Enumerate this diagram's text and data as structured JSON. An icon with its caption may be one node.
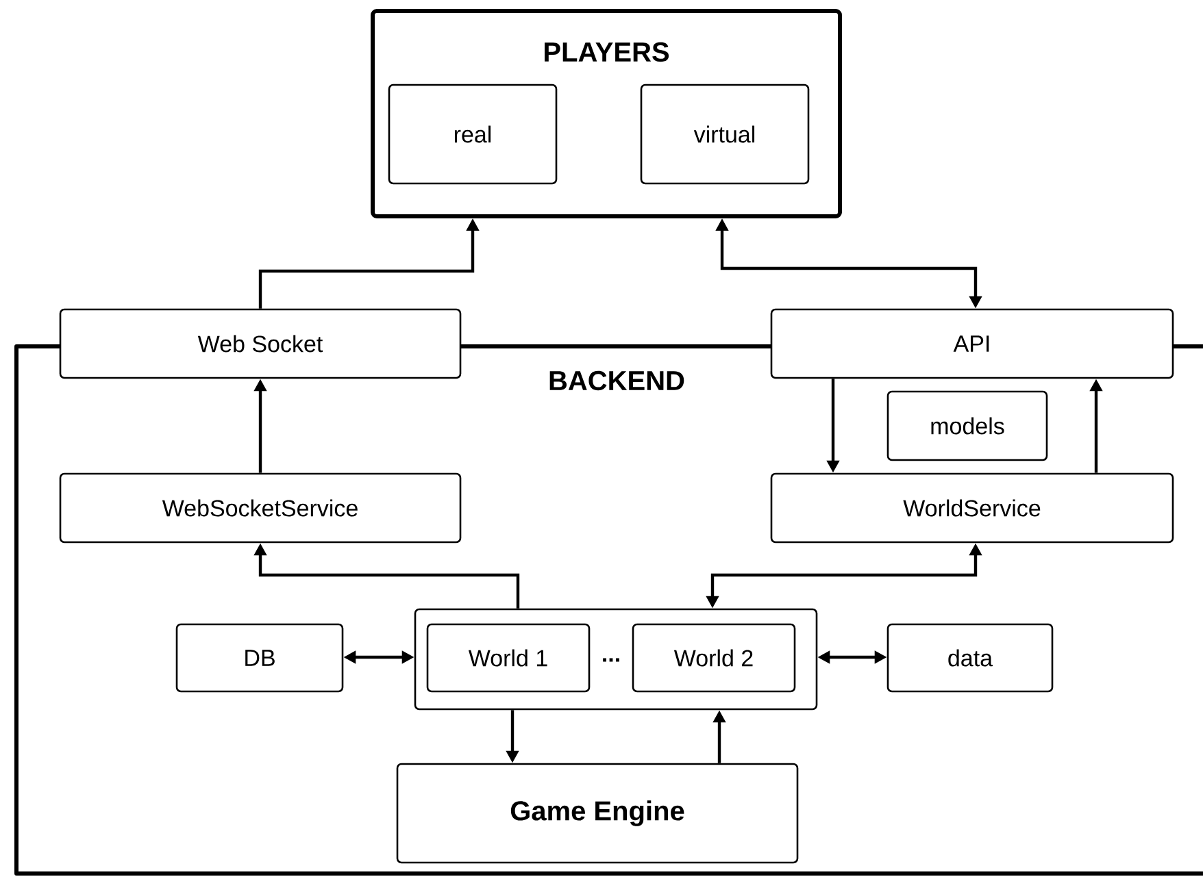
{
  "diagram": {
    "nodes": [
      {
        "text": [
          "PLAYERS"
        ]
      },
      {
        "text": [
          "real"
        ],
        "in": 0
      },
      {
        "text": [
          "virtual"
        ],
        "in": 0
      },
      {
        "text": [
          "BACKEND"
        ]
      },
      {
        "text": [
          "Web Socket"
        ]
      },
      {
        "text": [
          "API"
        ]
      },
      {
        "text": [
          "models"
        ],
        "in": 3
      },
      {
        "text": [
          "WebSocketService"
        ],
        "in": 3
      },
      {
        "text": [
          "WorldService"
        ],
        "in": 3
      },
      {
        "text": [],
        "shape": "box",
        "in": 3
      },
      {
        "text": [
          "World 1"
        ],
        "in": 9
      },
      {
        "text": [
          "World 2"
        ],
        "in": 9
      },
      {
        "text": [
          "DB"
        ],
        "in": 3
      },
      {
        "text": [
          "data"
        ],
        "in": 3
      },
      {
        "text": [
          "Game Engine"
        ],
        "in": 3
      }
    ],
    "edges": [
      {
        "from": 4,
        "to": 0,
        "arrow": "to"
      },
      {
        "from": 0,
        "to": 5,
        "arrow": "both"
      },
      {
        "from": 5,
        "to": 8,
        "arrow": "to"
      },
      {
        "from": 8,
        "to": 5,
        "arrow": "to"
      },
      {
        "from": 7,
        "to": 4,
        "arrow": "to"
      },
      {
        "from": 9,
        "to": 7,
        "arrow": "to"
      },
      {
        "from": 8,
        "to": 9,
        "arrow": "both"
      },
      {
        "from": 12,
        "to": 9,
        "arrow": "both"
      },
      {
        "from": 9,
        "to": 13,
        "arrow": "both"
      },
      {
        "from": 9,
        "to": 14,
        "arrow": "to"
      },
      {
        "from": 14,
        "to": 9,
        "arrow": "to"
      }
    ],
    "labels": [
      "..."
    ]
  }
}
